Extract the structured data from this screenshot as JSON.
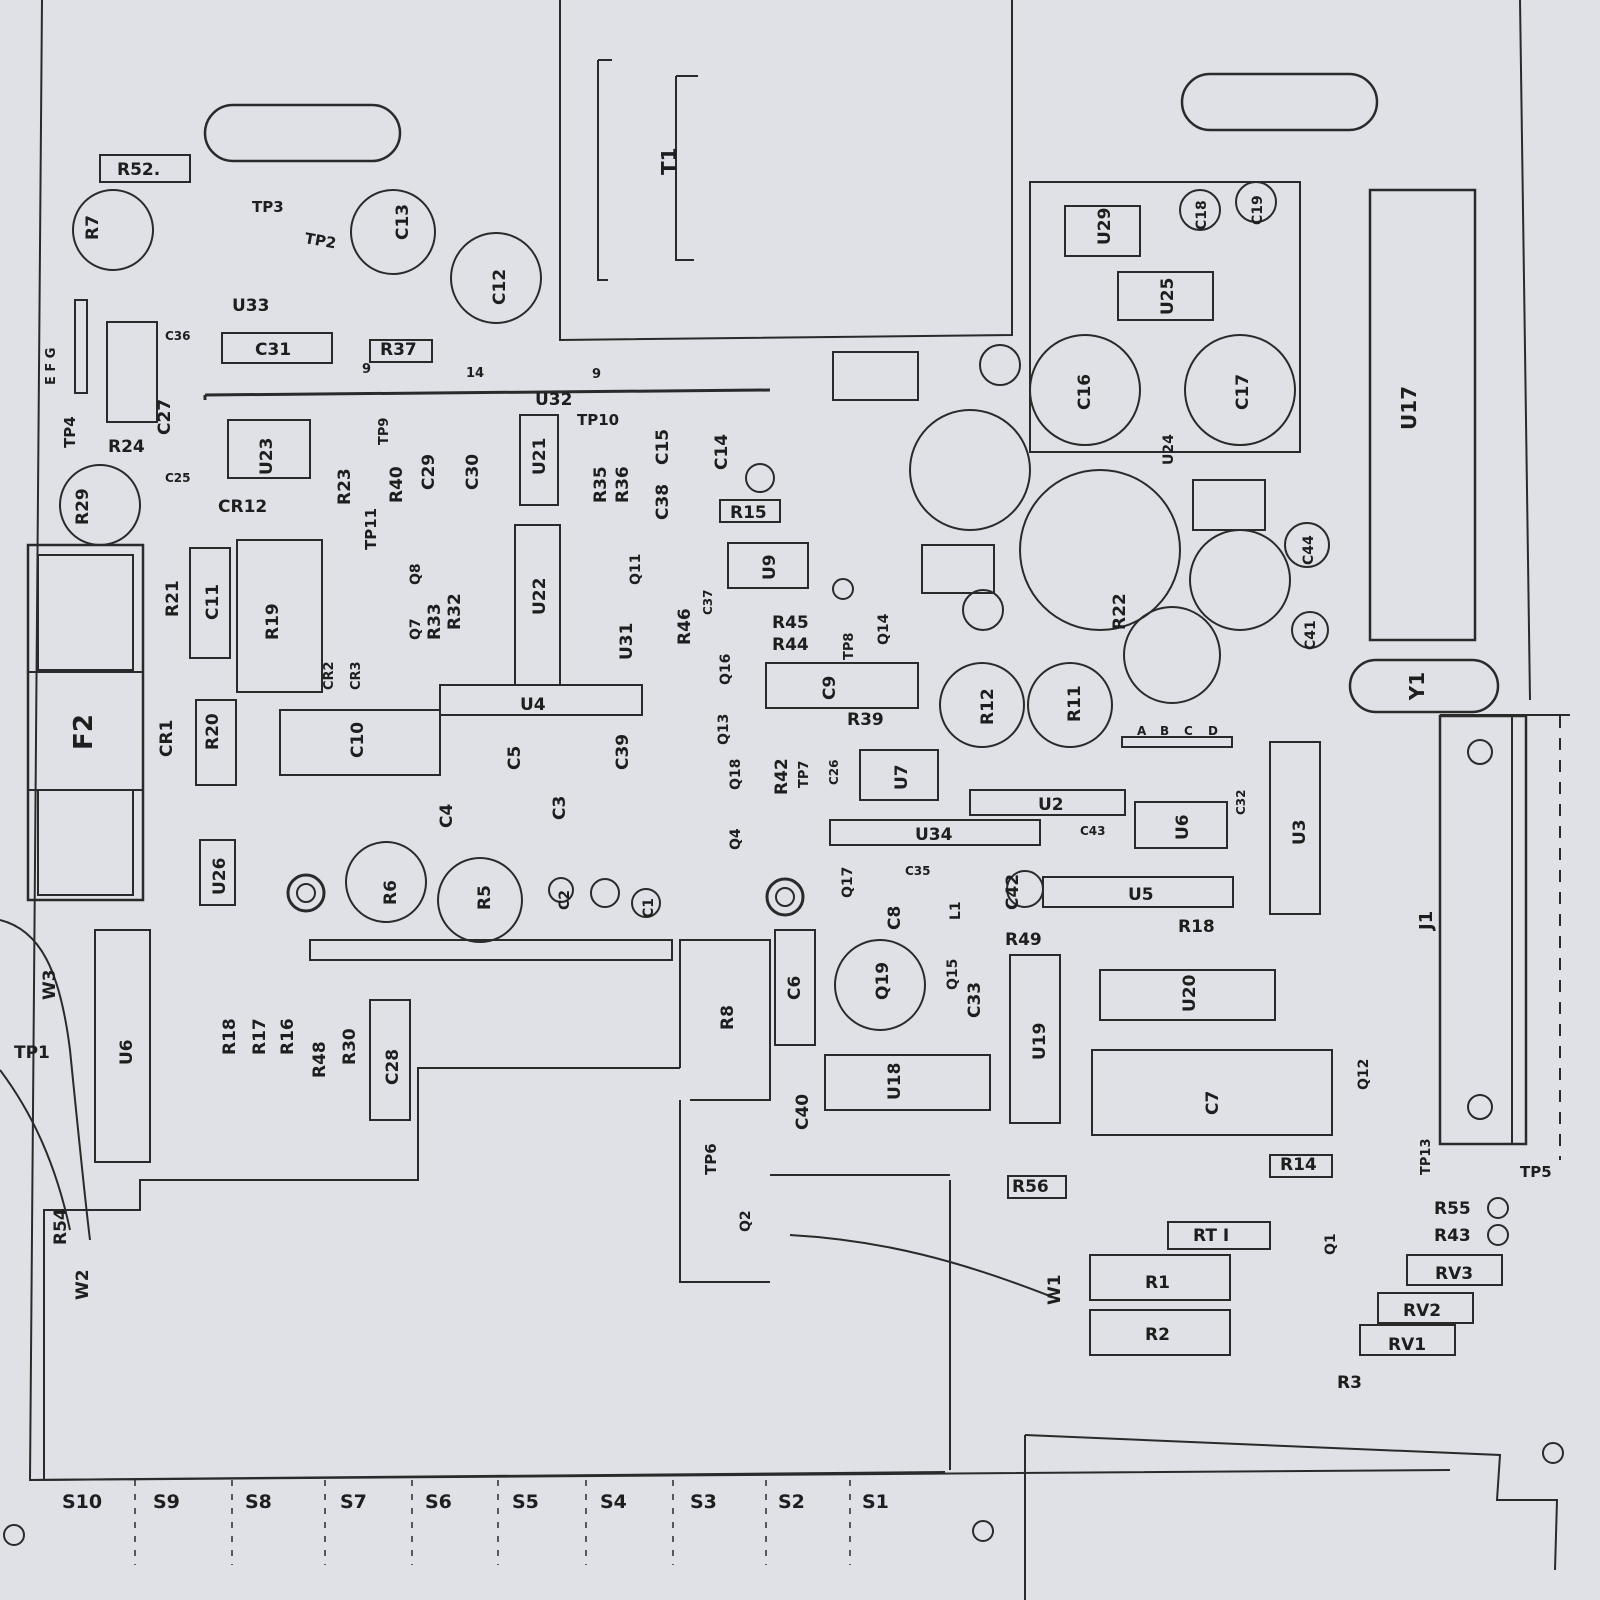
{
  "colors": {
    "paper": "#dfe1e6",
    "ink": "#2a2a2a",
    "text": "#1e1e1e"
  },
  "resistors": {
    "R52": "R52.",
    "R37": "R37",
    "R24": "R24",
    "R23": "R23",
    "R40": "R40",
    "R35": "R35",
    "R36": "R36",
    "R15": "R15",
    "R21": "R21",
    "R46": "R46",
    "R45": "R45",
    "R44": "R44",
    "R33": "R33",
    "R32": "R32",
    "R39": "R39",
    "R42": "R42",
    "R22": "R22",
    "R18": "R18",
    "R17": "R17",
    "R16": "R16",
    "R48": "R48",
    "R30": "R30",
    "R49": "R49",
    "R8": "R8",
    "R56": "R56",
    "R14": "R14",
    "R3": "R3",
    "R1": "R1",
    "R2": "R2",
    "R54": "R54",
    "RT1": "RT I",
    "R19": "R19",
    "R20": "R20",
    "R6": "R6",
    "R5": "R5",
    "R12": "R12",
    "R11": "R11",
    "R7": "R7",
    "R29": "R29",
    "R55": "R55",
    "R43": "R43",
    "RV1": "RV1",
    "RV2": "RV2",
    "RV3": "RV3"
  },
  "capacitors": {
    "C13": "C13",
    "C12": "C12",
    "C31": "C31",
    "C36": "C36",
    "C27": "C27",
    "C25": "C25",
    "C29": "C29",
    "C30": "C30",
    "C15": "C15",
    "C14": "C14",
    "C38": "C38",
    "C11": "C11",
    "C37": "C37",
    "C10": "C10",
    "C5": "C5",
    "C39": "C39",
    "C4": "C4",
    "C3": "C3",
    "C2": "C2",
    "C1": "C1",
    "C9": "C9",
    "C26": "C26",
    "C35": "C35",
    "C8": "C8",
    "C42": "C42",
    "C43": "C43",
    "C32": "C32",
    "C6": "C6",
    "C33": "C33",
    "C28": "C28",
    "C40": "C40",
    "C7": "C7",
    "C16": "C16",
    "C17": "C17",
    "C18": "C18",
    "C19": "C19",
    "C44": "C44",
    "C41": "C41"
  },
  "ics": {
    "U33": "U33",
    "U23": "U23",
    "U21": "U21",
    "U22": "U22",
    "U31": "U31",
    "U4": "U4",
    "U9": "U9",
    "U7": "U7",
    "U2": "U2",
    "U34": "U34",
    "U6": "U6",
    "U3": "U3",
    "U5": "U5",
    "U20": "U20",
    "U19": "U19",
    "U18": "U18",
    "U26": "U26",
    "U29": "U29",
    "U25": "U25",
    "U24": "U24",
    "U17": "U17",
    "U32": "U32"
  },
  "transistors": {
    "Q11": "Q11",
    "Q7": "Q7",
    "Q8": "Q8",
    "Q16": "Q16",
    "Q14": "Q14",
    "Q13": "Q13",
    "Q18": "Q18",
    "Q4": "Q4",
    "Q17": "Q17",
    "Q15": "Q15",
    "Q19": "Q19",
    "Q12": "Q12",
    "Q1": "Q1",
    "Q2": "Q2"
  },
  "misc": {
    "T1": "T1",
    "F2": "F2",
    "CR1": "CR1",
    "CR2": "CR2",
    "CR3": "CR3",
    "CR12": "CR12",
    "L1": "L1",
    "Y1": "Y1",
    "J1": "J1",
    "W1": "W1",
    "W2": "W2",
    "W3": "W3",
    "EFG": "E F G"
  },
  "test_points": {
    "TP1": "TP1",
    "TP2": "TP2",
    "TP3": "TP3",
    "TP4": "TP4",
    "TP5": "TP5",
    "TP6": "TP6",
    "TP7": "TP7",
    "TP8": "TP8",
    "TP9": "TP9",
    "TP10": "TP10",
    "TP11": "TP11",
    "TP13": "TP13"
  },
  "pins": {
    "p9a": "9",
    "p14": "14",
    "p9b": "9"
  },
  "jumper_letters": [
    "A",
    "B",
    "C",
    "D"
  ],
  "switches": [
    "S10",
    "S9",
    "S8",
    "S7",
    "S6",
    "S5",
    "S4",
    "S3",
    "S2",
    "S1"
  ]
}
